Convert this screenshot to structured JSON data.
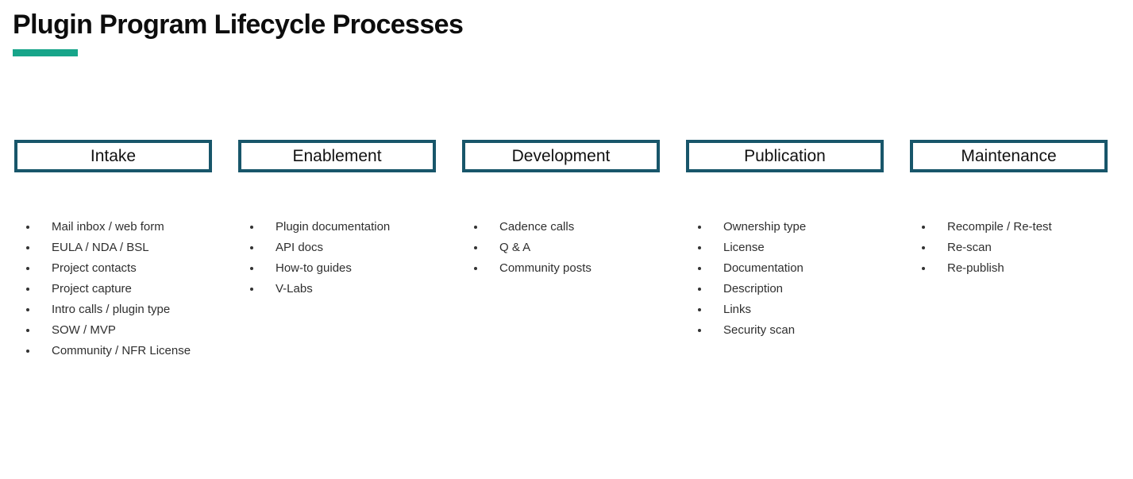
{
  "slide": {
    "title": "Plugin Program Lifecycle Processes",
    "accent_color": "#17a58a",
    "box_border_color": "#18566a",
    "background_color": "#ffffff",
    "text_color": "#2f2f2f"
  },
  "phases": [
    {
      "name": "Intake",
      "items": [
        "Mail inbox / web form",
        "EULA / NDA / BSL",
        "Project contacts",
        "Project capture",
        "Intro calls / plugin type",
        "SOW / MVP",
        "Community / NFR License"
      ]
    },
    {
      "name": "Enablement",
      "items": [
        "Plugin documentation",
        "API docs",
        "How-to guides",
        "V-Labs"
      ]
    },
    {
      "name": "Development",
      "items": [
        "Cadence calls",
        "Q & A",
        "Community posts"
      ]
    },
    {
      "name": "Publication",
      "items": [
        "Ownership type",
        "License",
        "Documentation",
        "Description",
        "Links",
        "Security scan"
      ]
    },
    {
      "name": "Maintenance",
      "items": [
        "Recompile / Re-test",
        "Re-scan",
        "Re-publish"
      ]
    }
  ]
}
